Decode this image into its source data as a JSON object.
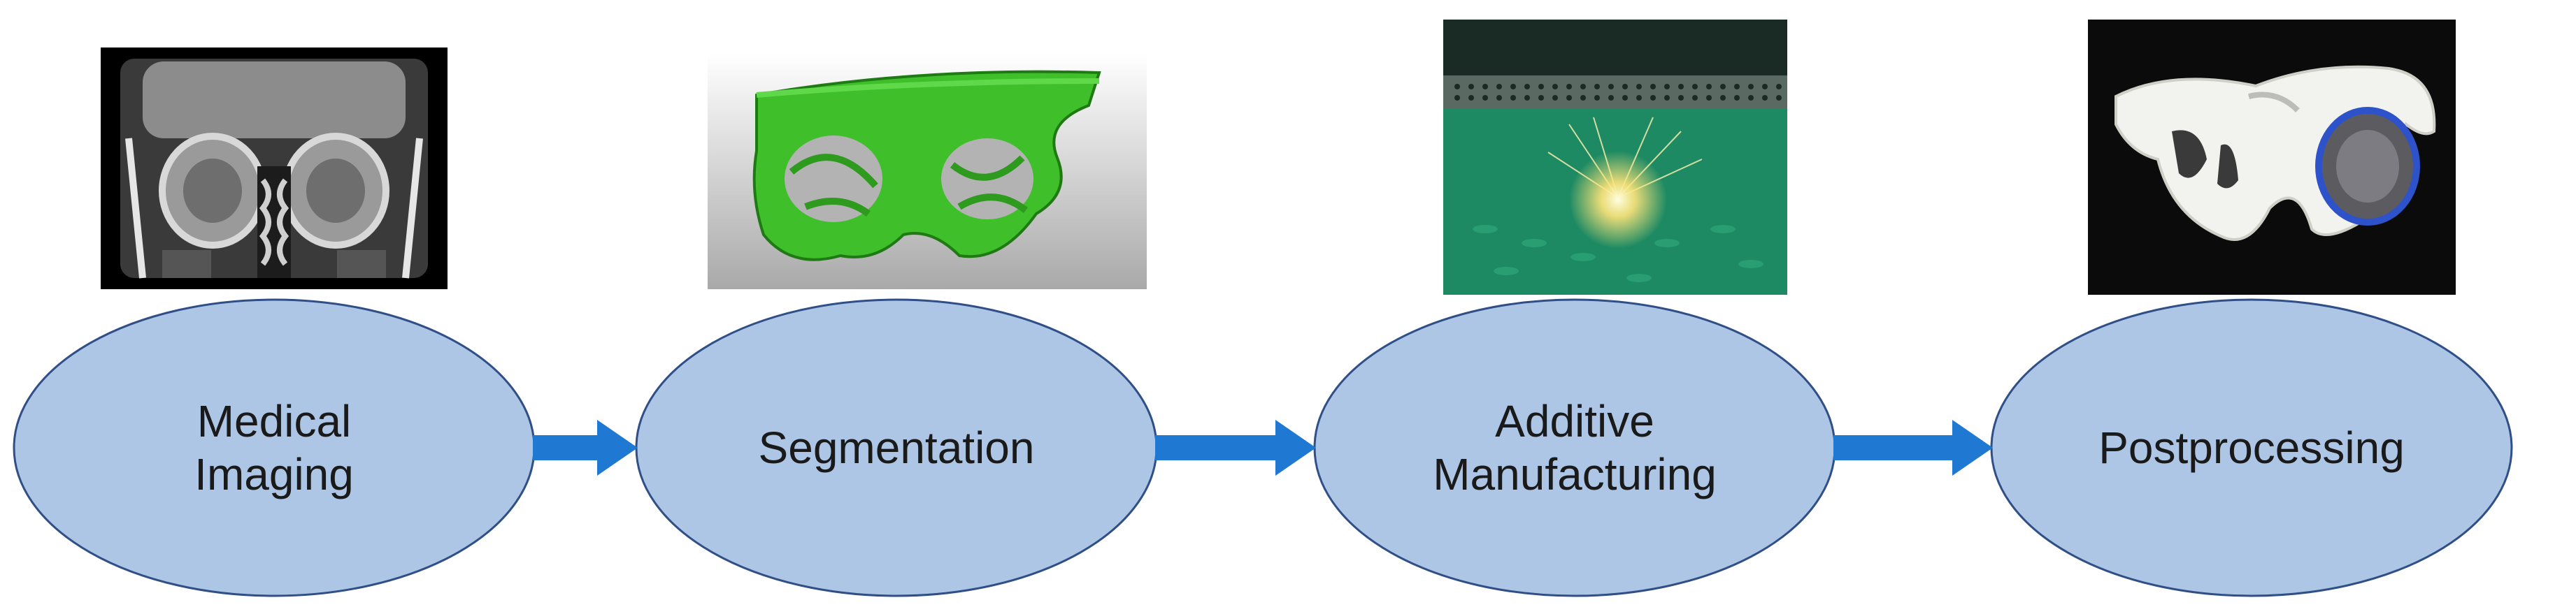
{
  "diagram": {
    "stages": [
      {
        "id": "medical-imaging",
        "label_lines": [
          "Medical",
          "Imaging"
        ],
        "image": "ct-scan-image"
      },
      {
        "id": "segmentation",
        "label_lines": [
          "Segmentation"
        ],
        "image": "segmented-3d-model-image"
      },
      {
        "id": "additive-manufacturing",
        "label_lines": [
          "Additive",
          "Manufacturing"
        ],
        "image": "laser-3d-printing-image"
      },
      {
        "id": "postprocessing",
        "label_lines": [
          "Postprocessing"
        ],
        "image": "printed-bone-implant-image"
      }
    ],
    "colors": {
      "ellipse_fill": "#adc6e6",
      "ellipse_stroke": "#2f4f86",
      "arrow": "#1f78d1"
    }
  }
}
